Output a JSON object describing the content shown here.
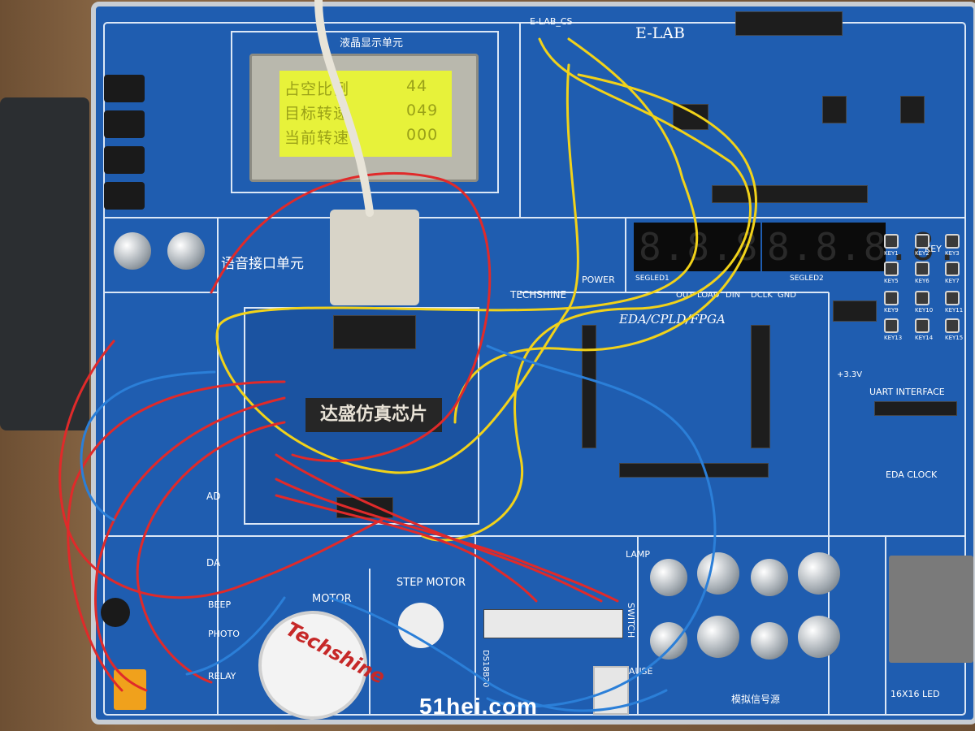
{
  "colors": {
    "board": "#1f5db0",
    "frame": "#c8cdd3",
    "lcd_backlight": "#e7f23a",
    "wire_red": "#e02a2a",
    "wire_yellow": "#f1d21a",
    "wire_blue": "#2b7fd8"
  },
  "lcd": {
    "title": "液晶显示单元",
    "lines": [
      {
        "label": "占空比例",
        "value": "44"
      },
      {
        "label": "目标转速",
        "value": "049"
      },
      {
        "label": "当前转速",
        "value": "000"
      }
    ]
  },
  "chip_label": "达盛仿真芯片",
  "sections": {
    "voice": "语音接口单元",
    "elab": "E-LAB",
    "elab_cs": "E-LAB_CS",
    "eda": "EDA/CPLD/FPGA",
    "techshine": "TECHSHINE",
    "power": "POWER",
    "key": "KEY",
    "uart": "UART INTERFACE",
    "eda_clock": "EDA CLOCK",
    "step_motor": "STEP MOTOR",
    "motor": "MOTOR",
    "lamp": "LAMP",
    "switch": "SWITCH",
    "analog": "模拟信号源",
    "led16": "16X16 LED",
    "ds18b20": "DS18B20",
    "relay": "RELAY",
    "photo": "PHOTO",
    "beep": "BEEP",
    "da": "DA",
    "ad": "AD",
    "pause": "PAUSE",
    "v33": "+3.3V"
  },
  "seven_segment": [
    "8.8.8.8.",
    "8.8.8.8."
  ],
  "seg_labels": [
    "SEGLED1",
    "SEGLED2"
  ],
  "seg_pins": [
    "OUT",
    "LOAD",
    "DIN",
    "DCLK",
    "GND"
  ],
  "keys": [
    "KEY1",
    "KEY2",
    "KEY3",
    "KEY5",
    "KEY6",
    "KEY7",
    "KEY9",
    "KEY10",
    "KEY11",
    "KEY13",
    "KEY14",
    "KEY15"
  ],
  "logo_text": "Techshine",
  "watermark": "51hei.com"
}
